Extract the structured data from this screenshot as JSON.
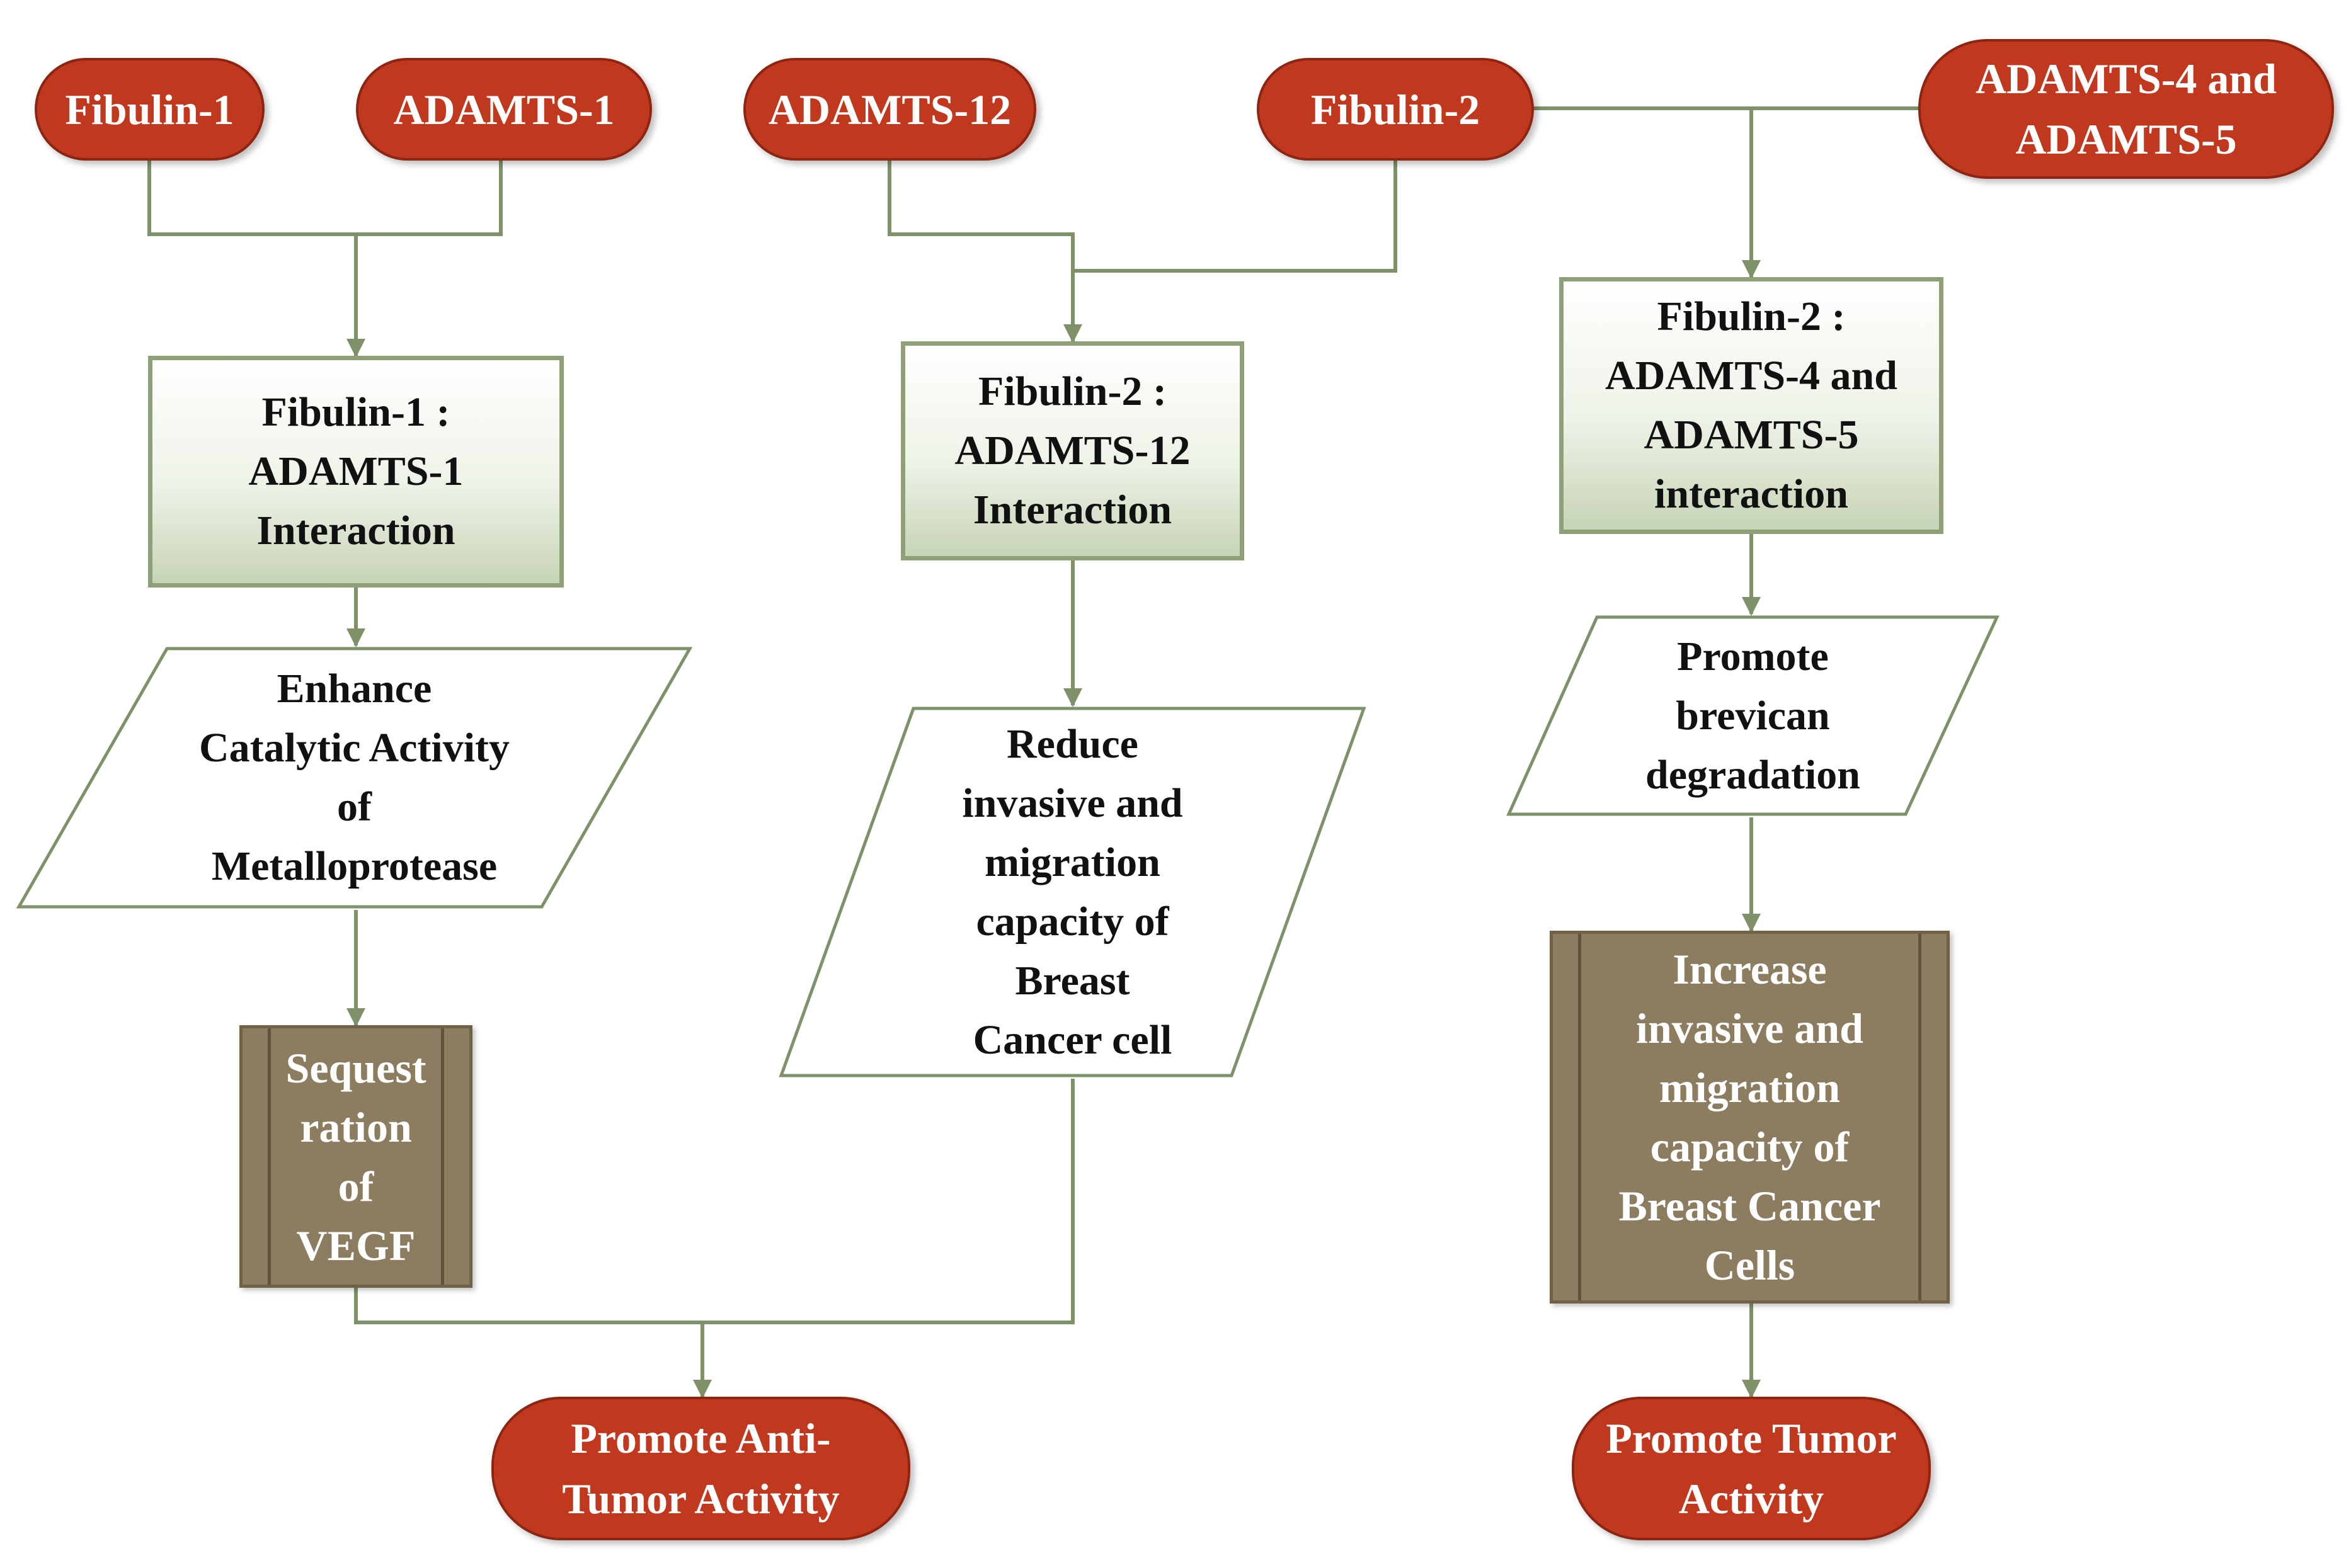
{
  "sources": {
    "fibulin1": "Fibulin-1",
    "adamts1": "ADAMTS-1",
    "adamts12": "ADAMTS-12",
    "fibulin2": "Fibulin-2",
    "adamts45": "ADAMTS-4 and\nADAMTS-5"
  },
  "interactions": {
    "f1_a1": "Fibulin-1 :\nADAMTS-1\nInteraction",
    "f2_a12": "Fibulin-2 :\nADAMTS-12\nInteraction",
    "f2_a45": "Fibulin-2 :\nADAMTS-4 and\nADAMTS-5\ninteraction"
  },
  "effects": {
    "enhance": "Enhance\nCatalytic Activity\nof\nMetalloprotease",
    "reduce": "Reduce\ninvasive and\nmigration\ncapacity of\nBreast\nCancer cell",
    "promote_brevican": "Promote\nbrevican\ndegradation"
  },
  "processes": {
    "vegf": "Sequest\nration\nof\nVEGF",
    "increase": "Increase\ninvasive and\nmigration\ncapacity of\nBreast Cancer\nCells"
  },
  "outcomes": {
    "anti_tumor": "Promote Anti-\nTumor Activity",
    "tumor": "Promote Tumor\nActivity"
  },
  "colors": {
    "terminal": "#c0391f",
    "connector": "#7f9169",
    "process": "#8c7d61",
    "interaction_border": "#8fa079"
  }
}
